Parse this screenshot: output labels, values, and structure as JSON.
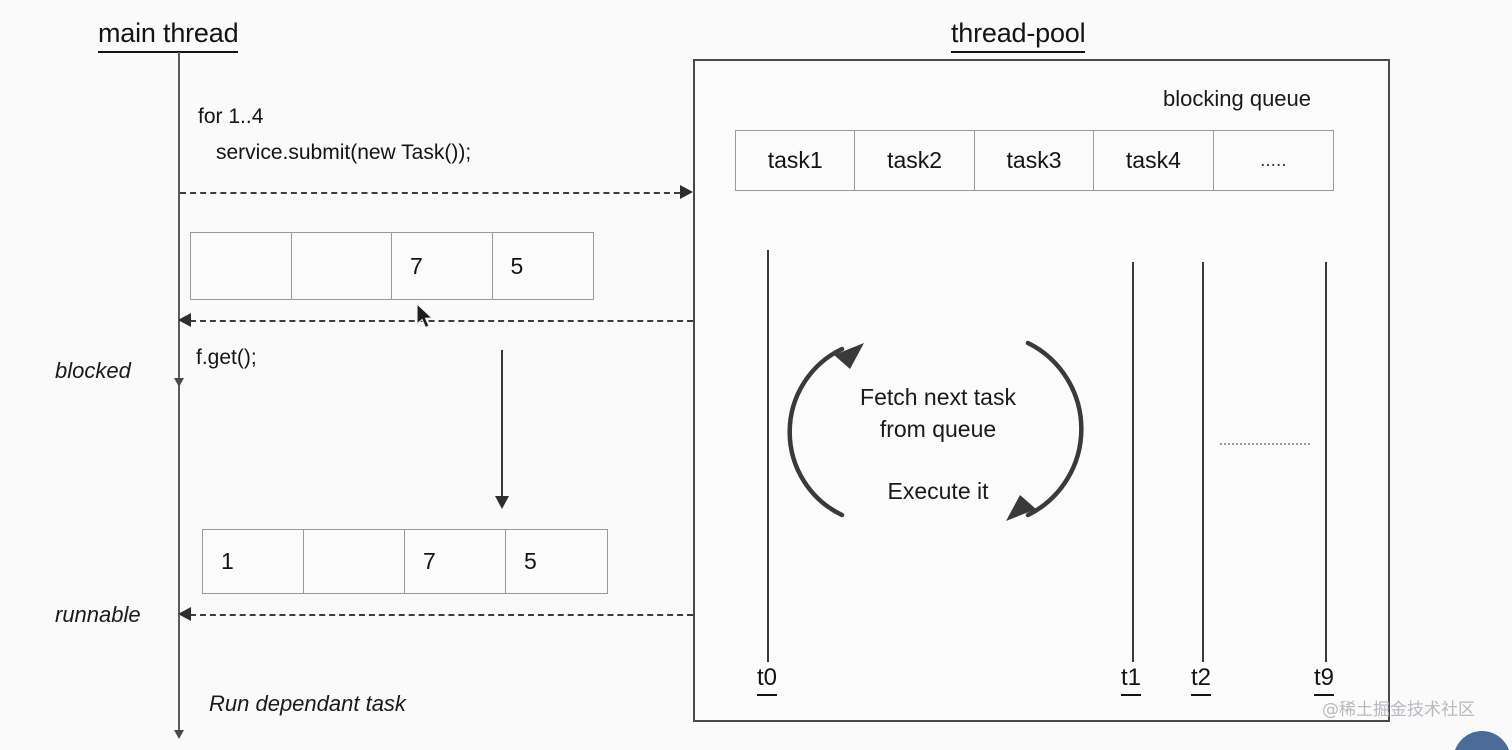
{
  "diagram": {
    "left_section": {
      "title": "main thread",
      "code_lines": [
        "for 1..4",
        "service.submit(new Task());"
      ],
      "get_call": "f.get();",
      "state_blocked": "blocked",
      "state_runnable": "runnable",
      "final_action": "Run dependant task",
      "table_before": {
        "cells": [
          "",
          "",
          "7",
          "5"
        ]
      },
      "table_after": {
        "cells": [
          "1",
          "",
          "7",
          "5"
        ]
      }
    },
    "right_section": {
      "title": "thread-pool",
      "queue_caption": "blocking queue",
      "queue_cells": [
        "task1",
        "task2",
        "task3",
        "task4",
        "....."
      ],
      "loop_text_top": "Fetch next task\nfrom queue",
      "loop_text_bottom": "Execute it",
      "thread_ticks": [
        "t0",
        "t1",
        "t2",
        "t9"
      ]
    },
    "watermark": "@稀土掘金技术社区",
    "colors": {
      "background": "#fafafa",
      "box_border": "#4a4a4a",
      "cell_border": "#9a9a9a",
      "line": "#3d3d3d",
      "text": "#141414",
      "watermark": "#b9b9be",
      "blob": "#4a6c96"
    }
  }
}
